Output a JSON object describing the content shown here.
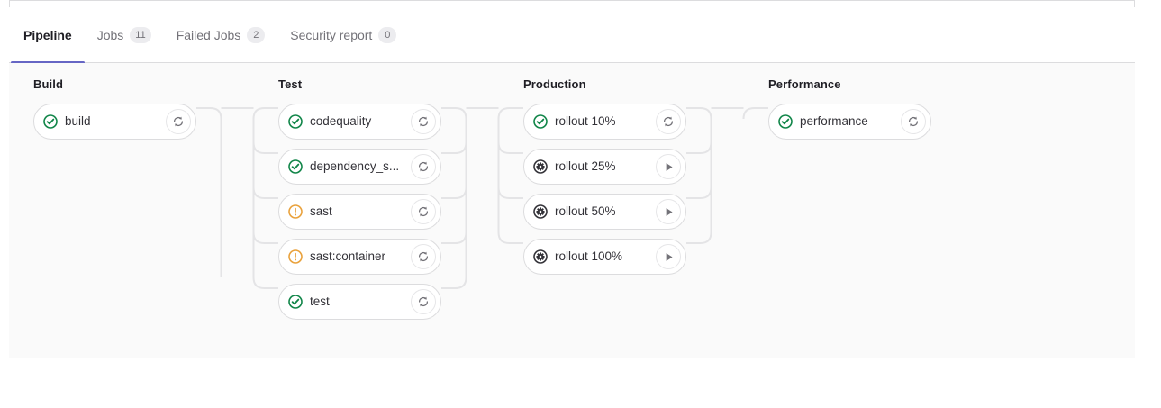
{
  "tabs": [
    {
      "label": "Pipeline",
      "badge": null,
      "active": true,
      "name": "tab-pipeline"
    },
    {
      "label": "Jobs",
      "badge": "11",
      "active": false,
      "name": "tab-jobs"
    },
    {
      "label": "Failed Jobs",
      "badge": "2",
      "active": false,
      "name": "tab-failed-jobs"
    },
    {
      "label": "Security report",
      "badge": "0",
      "active": false,
      "name": "tab-security-report"
    }
  ],
  "colors": {
    "success": "#108548",
    "warning": "#e9a13b",
    "manual": "#333238",
    "accent": "#6666c4",
    "panel_bg": "#fafafa",
    "border": "#dcdcde",
    "link": "#e4e4e6"
  },
  "stages": [
    {
      "title": "Build",
      "jobs": [
        {
          "name": "build",
          "status": "success",
          "status_icon": "status-success-icon",
          "action": "retry",
          "action_icon": "retry-icon"
        }
      ]
    },
    {
      "title": "Test",
      "jobs": [
        {
          "name": "codequality",
          "status": "success",
          "status_icon": "status-success-icon",
          "action": "retry",
          "action_icon": "retry-icon"
        },
        {
          "name": "dependency_s...",
          "status": "success",
          "status_icon": "status-success-icon",
          "action": "retry",
          "action_icon": "retry-icon"
        },
        {
          "name": "sast",
          "status": "warning",
          "status_icon": "status-warning-icon",
          "action": "retry",
          "action_icon": "retry-icon"
        },
        {
          "name": "sast:container",
          "status": "warning",
          "status_icon": "status-warning-icon",
          "action": "retry",
          "action_icon": "retry-icon"
        },
        {
          "name": "test",
          "status": "success",
          "status_icon": "status-success-icon",
          "action": "retry",
          "action_icon": "retry-icon"
        }
      ]
    },
    {
      "title": "Production",
      "jobs": [
        {
          "name": "rollout 10%",
          "status": "success",
          "status_icon": "status-success-icon",
          "action": "retry",
          "action_icon": "retry-icon"
        },
        {
          "name": "rollout 25%",
          "status": "manual",
          "status_icon": "status-manual-icon",
          "action": "play",
          "action_icon": "play-icon"
        },
        {
          "name": "rollout 50%",
          "status": "manual",
          "status_icon": "status-manual-icon",
          "action": "play",
          "action_icon": "play-icon"
        },
        {
          "name": "rollout 100%",
          "status": "manual",
          "status_icon": "status-manual-icon",
          "action": "play",
          "action_icon": "play-icon"
        }
      ]
    },
    {
      "title": "Performance",
      "jobs": [
        {
          "name": "performance",
          "status": "success",
          "status_icon": "status-success-icon",
          "action": "retry",
          "action_icon": "retry-icon"
        }
      ]
    }
  ]
}
